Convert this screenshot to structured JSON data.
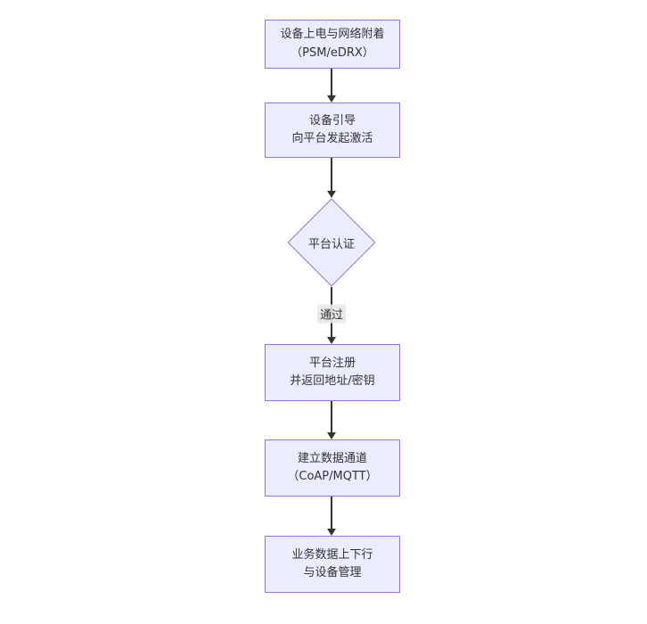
{
  "diagram": {
    "type": "flowchart",
    "direction": "top-down",
    "nodes": [
      {
        "id": "power_attach",
        "type": "rect",
        "lines": [
          "设备上电与网络附着",
          "（PSM/eDRX）"
        ]
      },
      {
        "id": "bootstrap",
        "type": "rect",
        "lines": [
          "设备引导",
          "向平台发起激活"
        ]
      },
      {
        "id": "platform_auth",
        "type": "diamond",
        "lines": [
          "平台认证"
        ]
      },
      {
        "id": "platform_register",
        "type": "rect",
        "lines": [
          "平台注册",
          "并返回地址/密钥"
        ]
      },
      {
        "id": "data_channel",
        "type": "rect",
        "lines": [
          "建立数据通道",
          "（CoAP/MQTT）"
        ]
      },
      {
        "id": "business_data",
        "type": "rect",
        "lines": [
          "业务数据上下行",
          "与设备管理"
        ]
      }
    ],
    "edges": [
      {
        "from": "power_attach",
        "to": "bootstrap",
        "label": ""
      },
      {
        "from": "bootstrap",
        "to": "platform_auth",
        "label": ""
      },
      {
        "from": "platform_auth",
        "to": "platform_register",
        "label": "通过"
      },
      {
        "from": "platform_register",
        "to": "data_channel",
        "label": ""
      },
      {
        "from": "data_channel",
        "to": "business_data",
        "label": ""
      }
    ],
    "colors": {
      "node_fill": "#ECECFF",
      "node_border": "#9370DB",
      "arrow": "#333333",
      "edge_label_bg": "#e8e8e8",
      "text": "#333333",
      "background": "#ffffff"
    }
  }
}
